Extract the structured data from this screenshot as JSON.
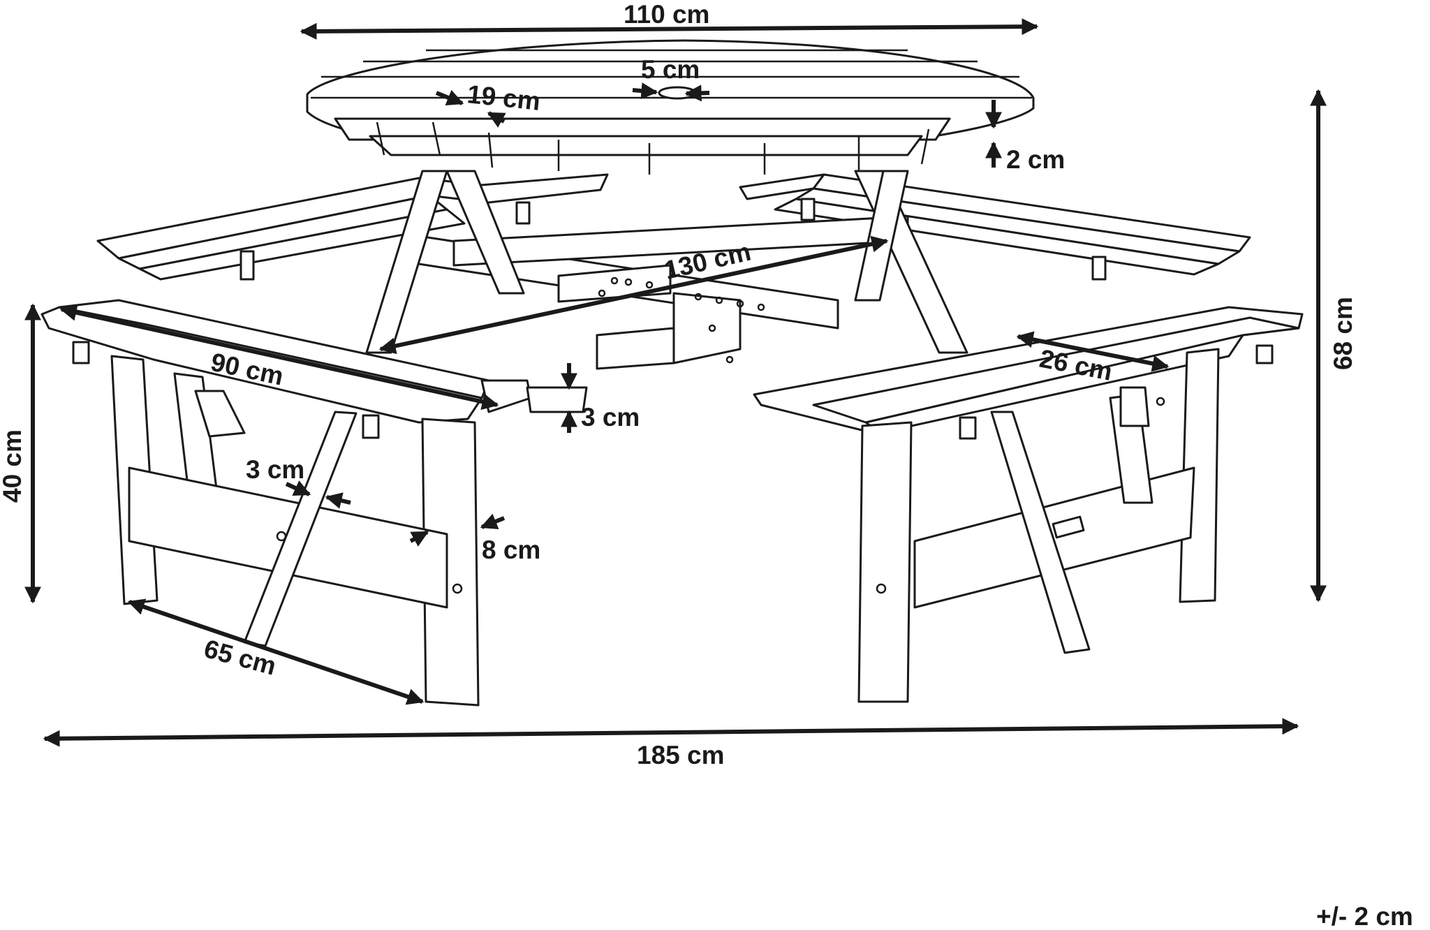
{
  "dimensions": {
    "top_diameter": "110 cm",
    "plank_width": "19 cm",
    "umbrella_hole": "5 cm",
    "top_thickness": "2 cm",
    "table_height": "68 cm",
    "diagonal_span": "130 cm",
    "bench_length": "90 cm",
    "bench_depth": "26 cm",
    "seat_thickness": "3 cm",
    "seat_height": "40 cm",
    "brace_thickness": "3 cm",
    "leg_width": "8 cm",
    "leg_spread": "65 cm",
    "overall_width": "185 cm"
  },
  "tolerance": "+/- 2 cm",
  "colors": {
    "line": "#1a1a1a",
    "fill": "#ffffff"
  }
}
